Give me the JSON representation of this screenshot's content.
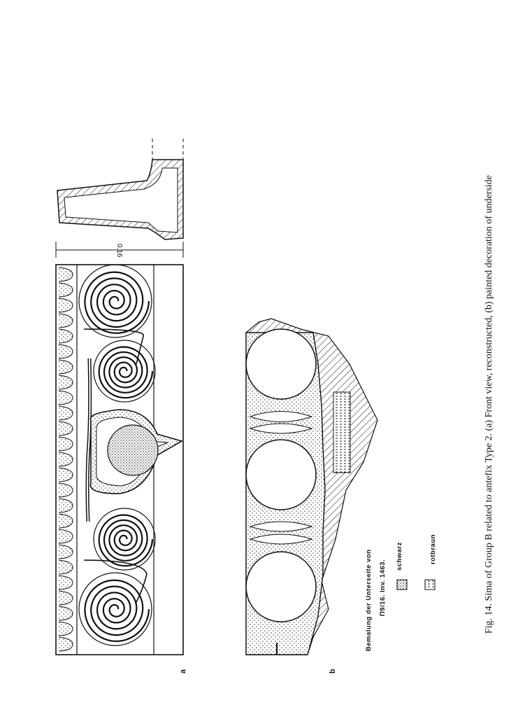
{
  "figure": {
    "caption": "Fig. 14. Sima of Group B related to antefix Type 2. (a) Front view, reconstructed, (b) painted decoration of underside",
    "panel_a_label": "a",
    "panel_b_label": "b",
    "dimension_label": "0.16"
  },
  "legend": {
    "line1": "Bemalung der Unterseite von",
    "line2": "Π9/16. Inv. 1463.",
    "swatch_black_label": "schwarz",
    "swatch_redbrown_label": "rotbraun"
  }
}
